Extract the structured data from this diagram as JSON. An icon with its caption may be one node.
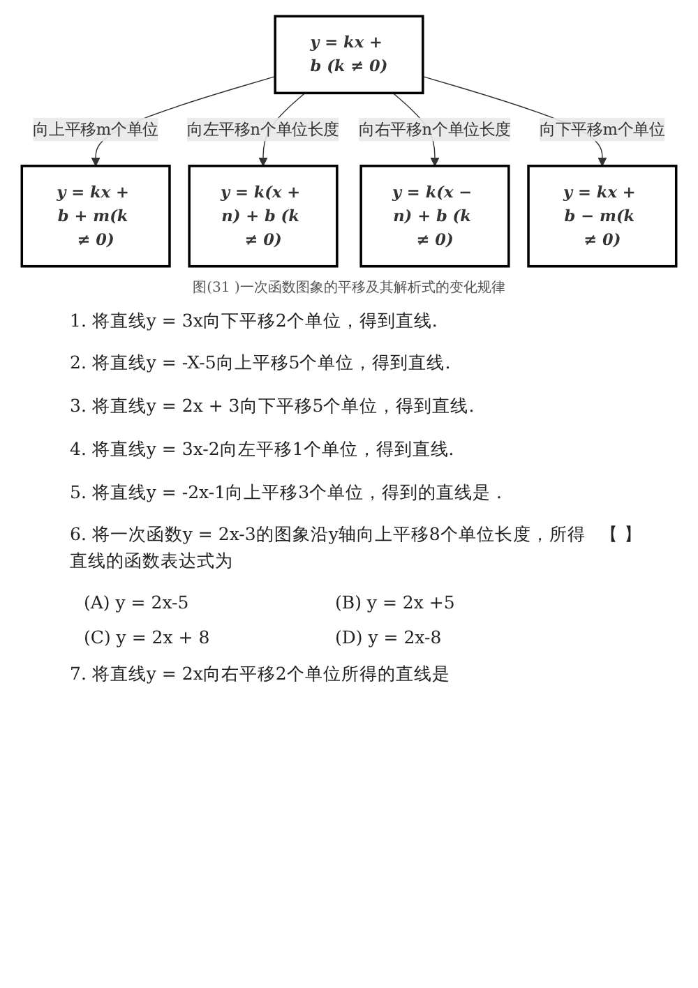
{
  "diagram": {
    "caption": "图(31 )一次函数图象的平移及其解析式的变化规律",
    "nodes": [
      {
        "text": [
          "y = kx + b + m(k ≠ 0)"
        ]
      },
      {
        "text": [
          "y = k(x + n) + b (k ≠ 0)"
        ]
      },
      {
        "text": [
          "y = kx + b (k ≠ 0)"
        ]
      },
      {
        "text": [
          "y = k(x − n) + b (k ≠ 0)"
        ]
      },
      {
        "text": [
          "y = kx + b − m(k ≠ 0)"
        ]
      }
    ],
    "edges": [
      {
        "from": 2,
        "to": 0,
        "arrow": "to",
        "label": "向上平移m个单位"
      },
      {
        "from": 2,
        "to": 1,
        "arrow": "to",
        "label": "向左平移n个单位长度"
      },
      {
        "from": 2,
        "to": 3,
        "arrow": "to",
        "label": "向右平移n个单位长度"
      },
      {
        "from": 2,
        "to": 4,
        "arrow": "to",
        "label": "向下平移m个单位"
      }
    ],
    "labels": [
      "1. 将直线y = 3x向下平移2个单位，得到直线.",
      "2. 将直线y = -X-5向上平移5个单位，得到直线.",
      "3. 将直线y = 2x + 3向下平移5个单位，得到直线.",
      "4. 将直线y = 3x-2向左平移1个单位，得到直线.",
      "5. 将直线y = -2x-1向上平移3个单位，得到的直线是 .",
      "6. 将一次函数y = 2x-3的图象沿y轴向上平移8个单位长度，所得直线的函数表达式为",
      "【 】",
      "(A) y = 2x-5",
      "(B) y = 2x +5",
      "(C) y = 2x + 8",
      "(D) y = 2x-8",
      "7. 将直线y = 2x向右平移2个单位所得的直线是"
    ]
  }
}
